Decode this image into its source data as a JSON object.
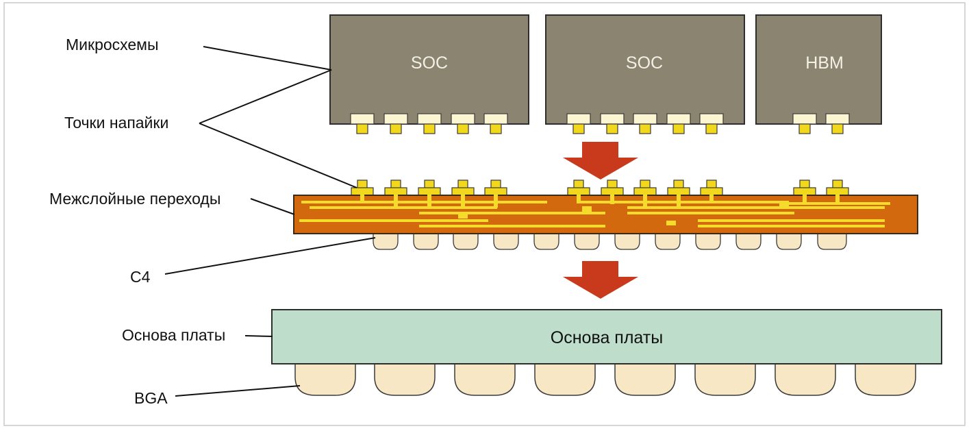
{
  "labels": {
    "chips": "Микросхемы",
    "bumps": "Точки напайки",
    "vias": "Межслойные переходы",
    "c4": "C4",
    "substrate": "Основа платы",
    "bga": "BGA"
  },
  "chips": [
    {
      "label": "SOC",
      "bump_count": 5
    },
    {
      "label": "SOC",
      "bump_count": 5
    },
    {
      "label": "HBM",
      "bump_count": 2
    }
  ],
  "interposer": {
    "micro_bump_count": 12,
    "c4_count": 12
  },
  "substrate": {
    "label": "Основа платы",
    "bga_count": 8
  },
  "colors": {
    "chip": "#8b8470",
    "chip_border": "#2e2e2e",
    "pad": "#fbf5d2",
    "bump": "#f2d81c",
    "interposer": "#d2690f",
    "trace": "#f5dc2a",
    "solder_ball": "#f7e7c4",
    "substrate": "#bedecb",
    "arrow": "#c9391b"
  },
  "icons": {
    "flow_arrow": "down-arrow-icon"
  }
}
